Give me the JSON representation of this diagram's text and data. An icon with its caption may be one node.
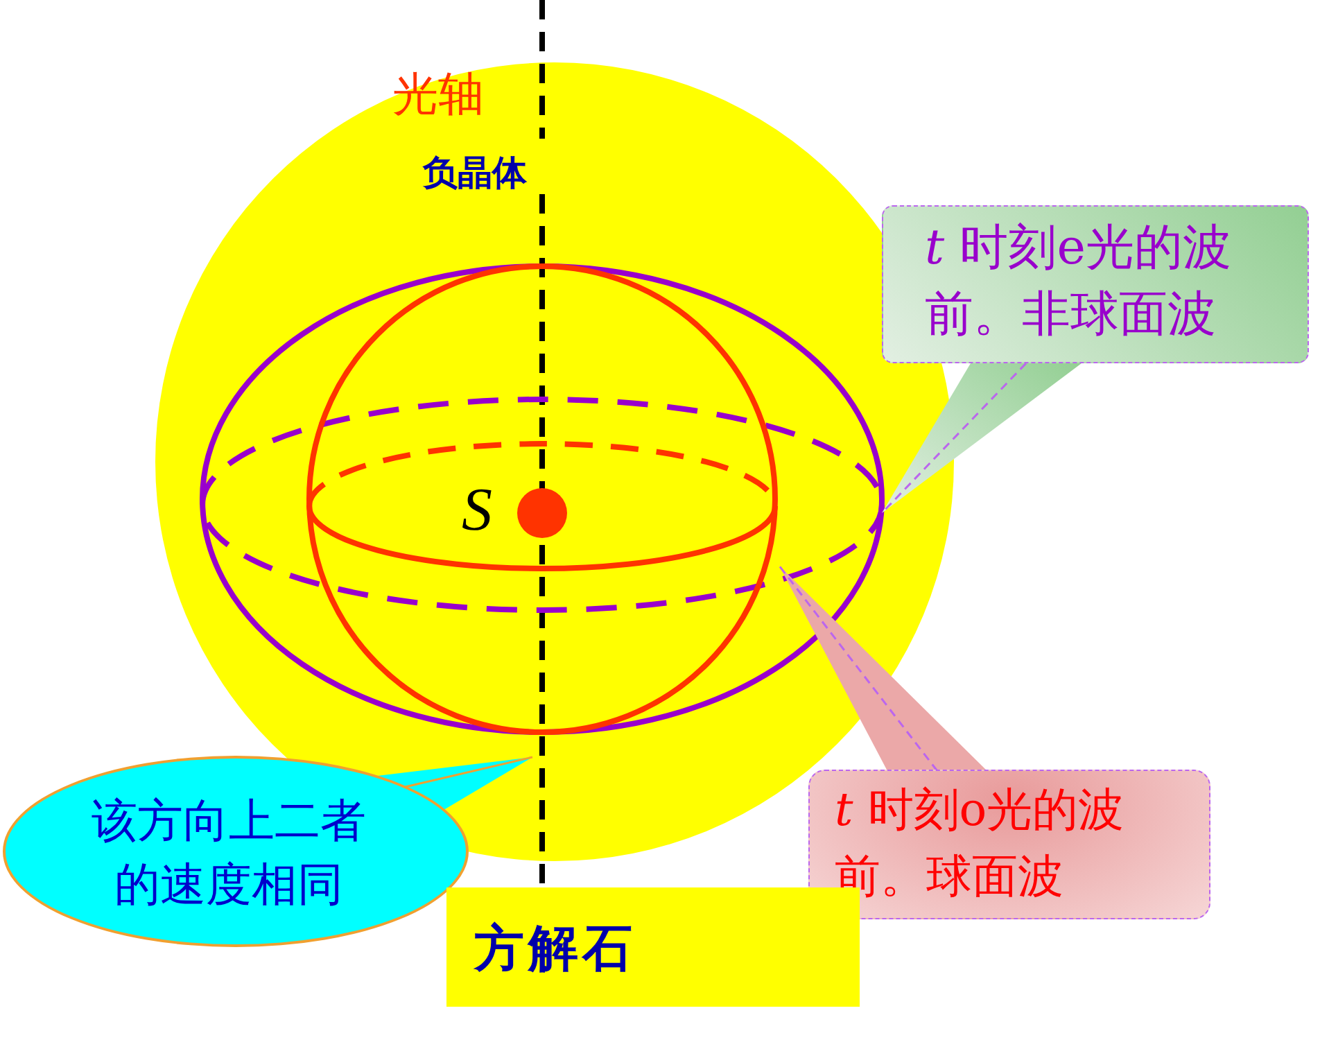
{
  "diagram": {
    "nodes": [
      {
        "text": [
          "*t* 时刻e光的波前。非球面波"
        ]
      },
      {
        "text": [
          "*t* 时刻o光的波前。球面波"
        ]
      },
      {
        "text": [
          "该方向上二者的速度相同"
        ]
      },
      {
        "text": [
          "方解石"
        ]
      }
    ],
    "edges": [
      {
        "from": 0,
        "to": null,
        "arrow": "none",
        "style": "dashed"
      },
      {
        "from": 1,
        "to": null,
        "arrow": "none",
        "style": "dashed"
      },
      {
        "from": 2,
        "to": null,
        "arrow": "none",
        "color": "#f0a030"
      }
    ],
    "labels": [
      "光轴",
      "负晶体",
      "S"
    ]
  }
}
